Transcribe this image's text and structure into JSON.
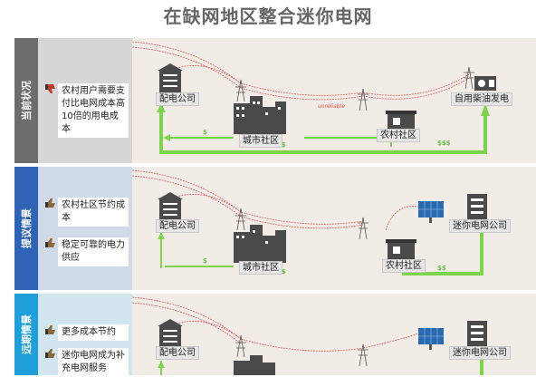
{
  "title": "在缺网地区整合迷你电网",
  "rows": [
    {
      "side_label": "当前状况",
      "side_color": "#6d6d6d",
      "notes_bg": "#d6d6d6",
      "notes": [
        {
          "icon": "thumbs-down-icon",
          "text": "农村用户需要支付比电网成本高10倍的用电成本"
        }
      ],
      "labels": {
        "utility": "配电公司",
        "city": "城市社区",
        "rural": "农村社区",
        "right": "自用柴油发电"
      },
      "unreliable": "unreliable",
      "money": [
        "$",
        "$",
        "$$$"
      ]
    },
    {
      "side_label": "提议情景",
      "side_color": "#2f63b5",
      "notes_bg": "#d1dbe8",
      "notes": [
        {
          "icon": "thumbs-up-icon",
          "text": "农村社区节约成本"
        },
        {
          "icon": "thumbs-up-icon",
          "text": "稳定可靠的电力供应"
        }
      ],
      "labels": {
        "utility": "配电公司",
        "city": "城市社区",
        "rural": "农村社区",
        "right": "迷你电网公司"
      },
      "money": [
        "$",
        "$",
        "$$"
      ]
    },
    {
      "side_label": "远期情景",
      "side_color": "#1e9fd9",
      "notes_bg": "#d1e6ef",
      "notes": [
        {
          "icon": "thumbs-up-icon",
          "text": "更多成本节约"
        },
        {
          "icon": "thumbs-up-icon",
          "text": "迷你电网成为补充电网服务"
        }
      ],
      "labels": {
        "utility": "配电公司",
        "right": "迷你电网公司"
      }
    }
  ],
  "colors": {
    "panel_bg": "#f1ece6",
    "wire": "#e35a5a",
    "money_flow": "#7dd44a",
    "building": "#4a4a4a"
  }
}
